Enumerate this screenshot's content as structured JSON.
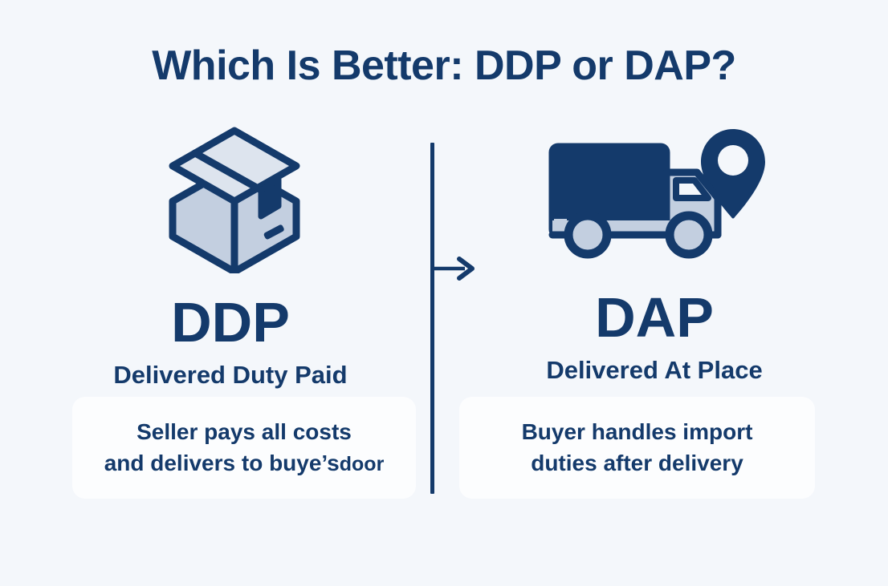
{
  "title": "Which Is Better: DDP or DAP?",
  "colors": {
    "background": "#f4f7fb",
    "navy": "#143a6b",
    "light_blue": "#c3cfe0",
    "card_background": "#fcfdfe"
  },
  "divider": {
    "icon": "vertical-divider",
    "arrow_icon": "arrow-right-icon",
    "direction": "left-to-right"
  },
  "columns": [
    {
      "side": "left",
      "icon": "package-box-icon",
      "code": "DDP",
      "subtitle": "Delivered Duty Paid",
      "caption_line1": "Seller pays all costs",
      "caption_line2": "and delivers to buye’s",
      "caption_line3": "door"
    },
    {
      "side": "right",
      "icon": "delivery-truck-icon",
      "secondary_icon": "location-pin-icon",
      "code": "DAP",
      "subtitle": "Delivered At Place",
      "caption_line1": "Buyer handles import",
      "caption_line2": "duties after delivery"
    }
  ]
}
